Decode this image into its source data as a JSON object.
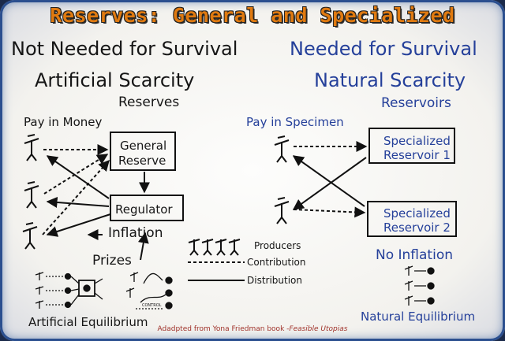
{
  "title": "Reserves: General  and Specialized",
  "left": {
    "heading1": "Not Needed for Survival",
    "heading2": "Artificial Scarcity",
    "heading3": "Reserves",
    "pay": "Pay in Money",
    "box_general": [
      "General",
      "Reserve"
    ],
    "box_regulator": "Regulator",
    "inflation": "Inflation",
    "prizes": "Prizes",
    "control_label": "CONTROL",
    "footer": "Artificial Equilibrium"
  },
  "right": {
    "heading1": "Needed for Survival",
    "heading2": "Natural Scarcity",
    "heading3": "Reservoirs",
    "pay": "Pay in Specimen",
    "box1": [
      "Specialized",
      "Reservoir 1"
    ],
    "box2": [
      "Specialized",
      "Reservoir 2"
    ],
    "no_inflation": "No Inflation",
    "footer": "Natural Equilibrium"
  },
  "legend": {
    "producers": "Producers",
    "contribution": "Contribution",
    "distribution": "Distribution"
  },
  "credit": {
    "prefix": "Adadpted from Yona Friedman book -",
    "book": "Feasible Utopias"
  },
  "colors": {
    "title": "#e07a10",
    "blue_text": "#25409a",
    "frame_border": "#2b4f8f"
  }
}
